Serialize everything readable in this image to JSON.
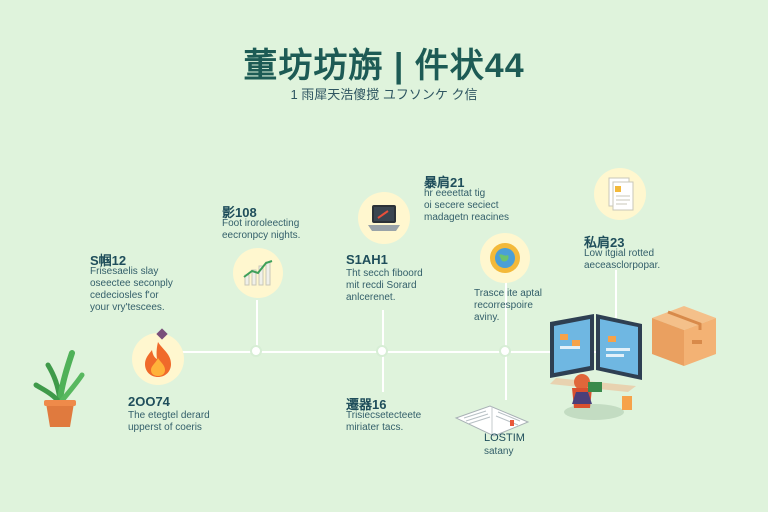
{
  "header": {
    "title": "董坊坊旃 | 件状44",
    "subtitle": "1 雨犀天浩傻搅 ユフソンケ ク信"
  },
  "milestones": [
    {
      "code": "S帼12",
      "text": "Frisesaelis slay\noseectee seconply\ncedeciosles f'or\nyour vry'tescees."
    },
    {
      "code": "2OO74",
      "text": "The etegtel derard\nupperst of coeris"
    },
    {
      "code": "影108",
      "text": "Foot iroroleecting\neecronpcy nights."
    },
    {
      "code": "S1AH1",
      "text": "Tht secch fiboord\nmit recdi Sorard\nanlcerenet."
    },
    {
      "code": "遷器16",
      "text": "Trisiecsetecteete\nmiriater tacs."
    },
    {
      "code": "暴肩21",
      "text": "hr eeeettat tig\noi secere seciect\nmadagetn reacines"
    },
    {
      "code": "",
      "text": "Trasce ite aptal\nrecorrespoire\naviny."
    },
    {
      "code": "LOSTIM",
      "text": "satany"
    },
    {
      "code": "私肩23",
      "text": "Low itgial rotted\naeceasclorpopar."
    }
  ],
  "icons": {
    "plant": "potted-plant-icon",
    "flame": "flame-icon",
    "chart": "bar-chart-icon",
    "laptop": "laptop-icon",
    "globe": "globe-badge-icon",
    "document": "document-icon",
    "book": "open-book-icon",
    "workstation": "computer-workstation-icon",
    "box": "cardboard-box-icon"
  }
}
